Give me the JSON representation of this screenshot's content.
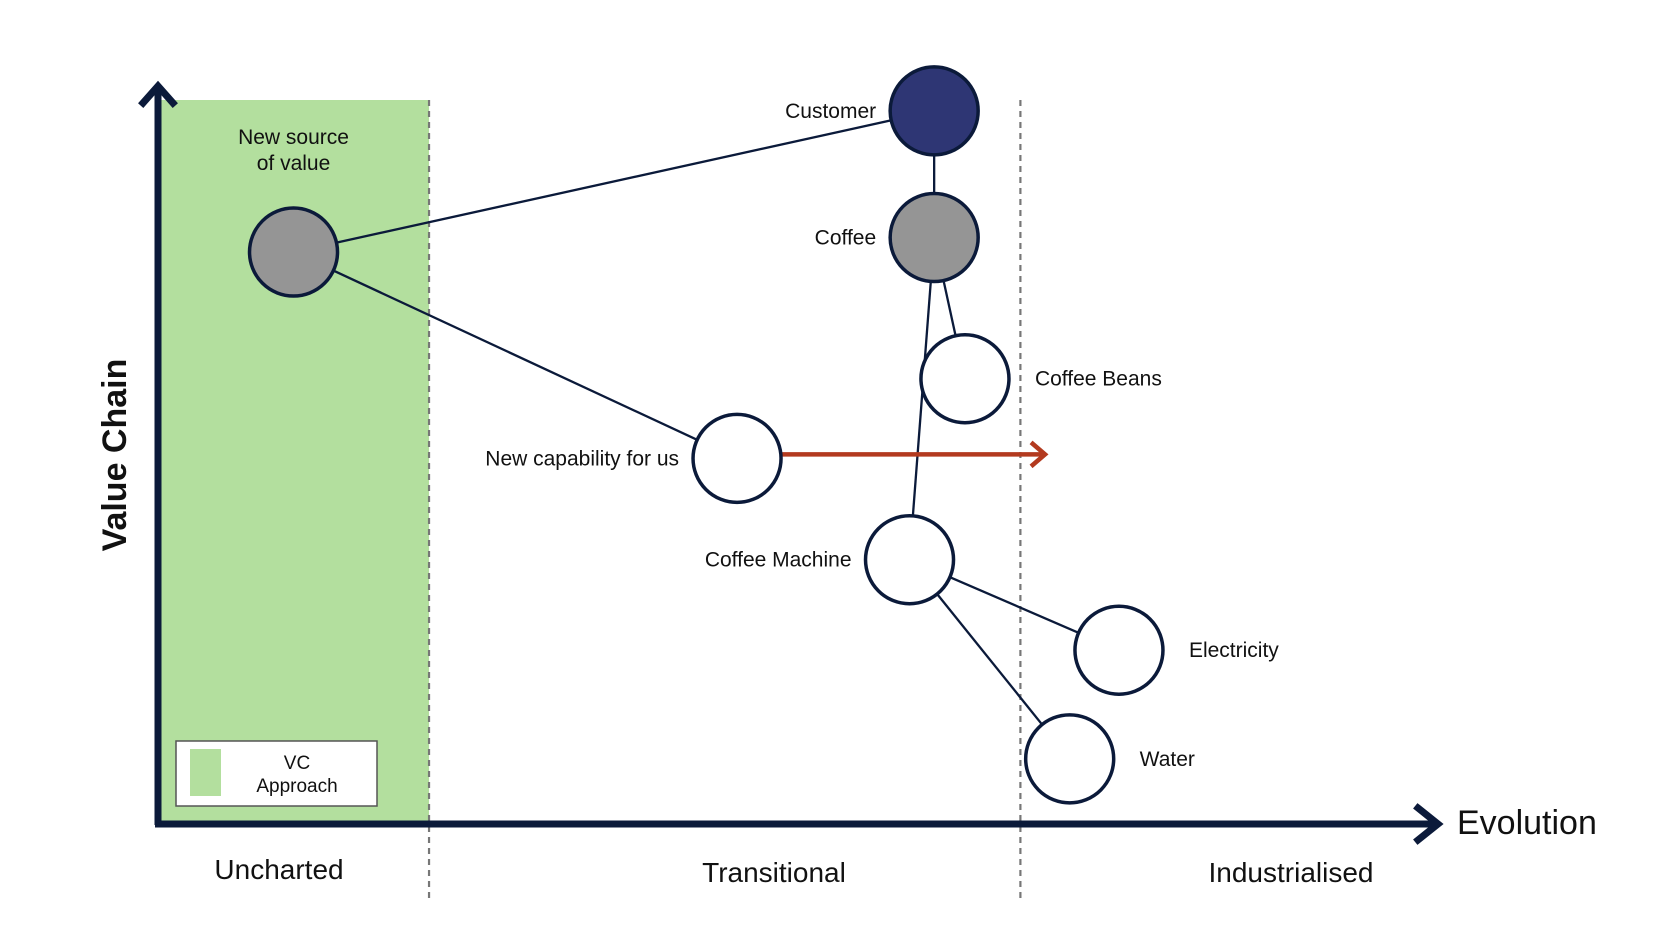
{
  "diagram": {
    "type": "wardley-map",
    "axes": {
      "y_title": "Value Chain",
      "x_title": "Evolution"
    },
    "stages": [
      {
        "label": "Uncharted"
      },
      {
        "label": "Transitional"
      },
      {
        "label": "Industrialised"
      }
    ],
    "stage_boundaries": [
      0.22,
      0.7
    ],
    "highlight_region": {
      "label": "VC Approach",
      "from": 0.0,
      "to": 0.22,
      "color": "#b3df9e"
    },
    "legend": {
      "line1": "VC",
      "line2": "Approach",
      "swatch_color": "#b3df9e"
    },
    "colors": {
      "axis": "#0b1a3a",
      "node_stroke": "#0b1a3a",
      "link": "#0b1a3a",
      "movement_arrow": "#b33a1f",
      "dashed": "#777777"
    },
    "nodes": [
      {
        "id": "new-source-of-value",
        "label_lines": [
          "New source",
          "of value"
        ],
        "evolution": 0.11,
        "visibility": 0.79,
        "fill": "#959595",
        "label_pos": "above"
      },
      {
        "id": "customer",
        "label_lines": [
          "Customer"
        ],
        "evolution": 0.63,
        "visibility": 0.985,
        "fill": "#2e3674",
        "label_pos": "left"
      },
      {
        "id": "coffee",
        "label_lines": [
          "Coffee"
        ],
        "evolution": 0.63,
        "visibility": 0.81,
        "fill": "#959595",
        "label_pos": "left"
      },
      {
        "id": "coffee-beans",
        "label_lines": [
          "Coffee Beans"
        ],
        "evolution": 0.655,
        "visibility": 0.615,
        "fill": "#ffffff",
        "label_pos": "right"
      },
      {
        "id": "new-capability",
        "label_lines": [
          "New capability for us"
        ],
        "evolution": 0.47,
        "visibility": 0.505,
        "fill": "#ffffff",
        "label_pos": "left"
      },
      {
        "id": "coffee-machine",
        "label_lines": [
          "Coffee Machine"
        ],
        "evolution": 0.61,
        "visibility": 0.365,
        "fill": "#ffffff",
        "label_pos": "left"
      },
      {
        "id": "electricity",
        "label_lines": [
          "Electricity"
        ],
        "evolution": 0.78,
        "visibility": 0.24,
        "fill": "#ffffff",
        "label_pos": "right"
      },
      {
        "id": "water",
        "label_lines": [
          "Water"
        ],
        "evolution": 0.74,
        "visibility": 0.09,
        "fill": "#ffffff",
        "label_pos": "right"
      }
    ],
    "links": [
      {
        "from": "new-source-of-value",
        "to": "customer"
      },
      {
        "from": "new-source-of-value",
        "to": "new-capability"
      },
      {
        "from": "customer",
        "to": "coffee"
      },
      {
        "from": "coffee",
        "to": "coffee-beans"
      },
      {
        "from": "coffee",
        "to": "coffee-machine"
      },
      {
        "from": "coffee-machine",
        "to": "electricity"
      },
      {
        "from": "coffee-machine",
        "to": "water"
      }
    ],
    "movements": [
      {
        "from": "new-capability",
        "to_evolution": 0.72
      }
    ]
  }
}
